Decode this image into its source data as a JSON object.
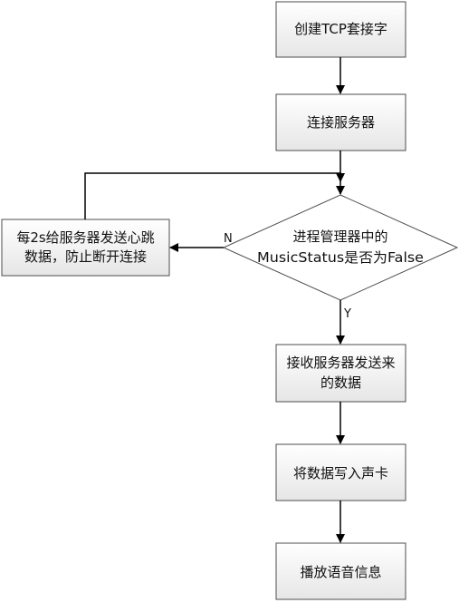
{
  "nodes": {
    "create_socket": "创建TCP套接字",
    "connect_server": "连接服务器",
    "decision_line1": "进程管理器中的",
    "decision_line2": "MusicStatus是否为False",
    "heartbeat_line1": "每2s给服务器发送心跳",
    "heartbeat_line2": "数据，防止断开连接",
    "receive_line1": "接收服务器发送来",
    "receive_line2": "的数据",
    "write_soundcard": "将数据写入声卡",
    "play_audio": "播放语音信息"
  },
  "edge_labels": {
    "no": "N",
    "yes": "Y"
  }
}
